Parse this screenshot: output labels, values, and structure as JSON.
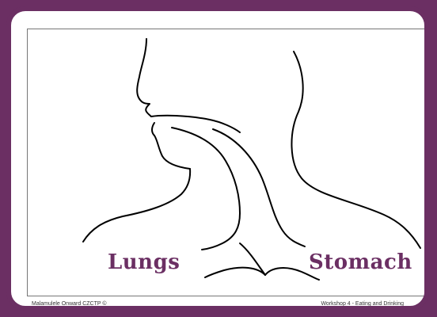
{
  "labels": {
    "lungs": "Lungs",
    "stomach": "Stomach"
  },
  "footer": {
    "left": "Malamulele Onward CZCTP ©",
    "right": "Workshop 4 - Eating and Drinking"
  },
  "colors": {
    "frame": "#6b2f63",
    "label": "#6b2f63",
    "line": "#000000"
  }
}
